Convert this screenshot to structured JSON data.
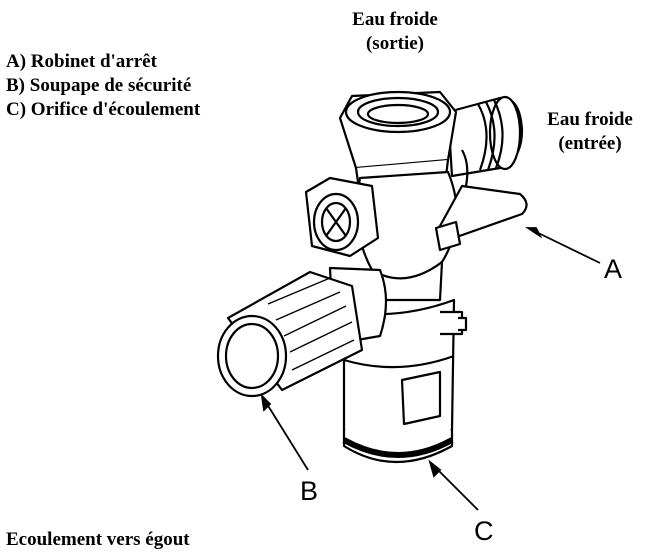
{
  "legend": {
    "items": [
      "A) Robinet d'arrêt",
      "B) Soupape de sécurité",
      "C) Orifice d'écoulement"
    ]
  },
  "labels": {
    "cold_out_line1": "Eau froide",
    "cold_out_line2": "(sortie)",
    "cold_in_line1": "Eau froide",
    "cold_in_line2": "(entrée)",
    "drain": "Ecoulement vers égout"
  },
  "callouts": {
    "a": "A",
    "b": "B",
    "c": "C"
  }
}
